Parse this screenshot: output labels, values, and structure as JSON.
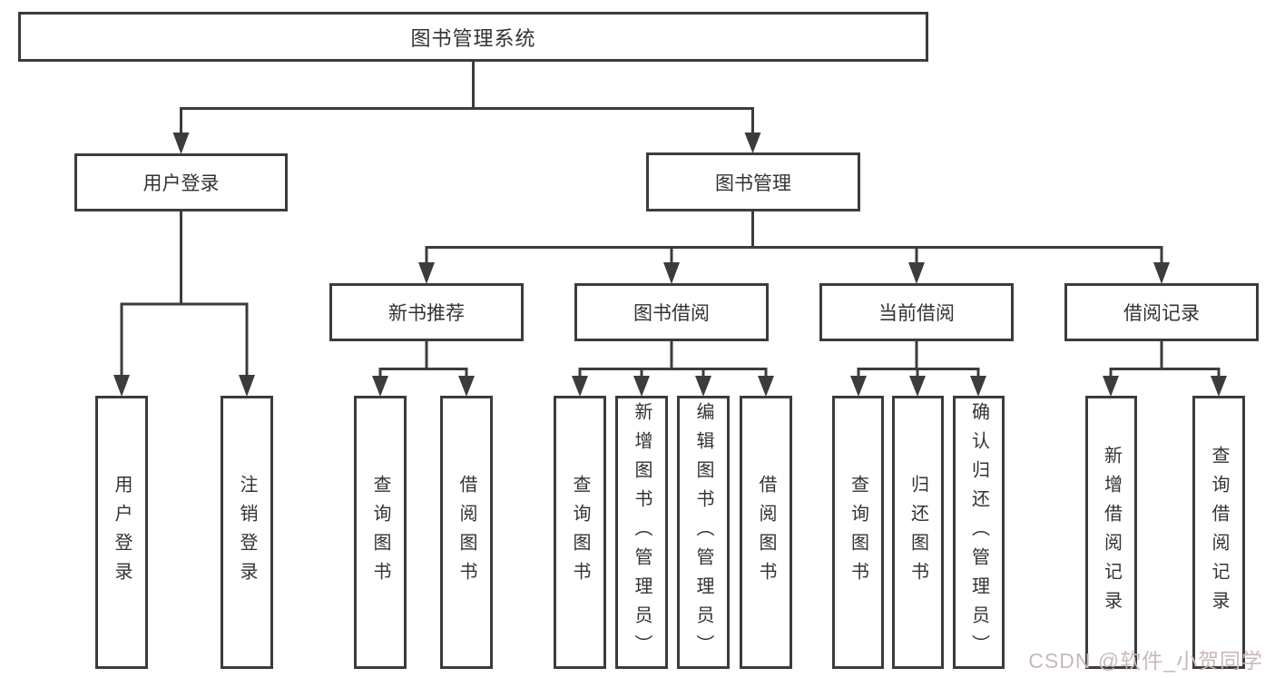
{
  "diagram": {
    "root": "图书管理系统",
    "level1": [
      "用户登录",
      "图书管理"
    ],
    "level2": [
      "新书推荐",
      "图书借阅",
      "当前借阅",
      "借阅记录"
    ],
    "leaves": {
      "user_login": [
        "用户登录",
        "注销登录"
      ],
      "new_book_rec": [
        "查询图书",
        "借阅图书"
      ],
      "book_borrow": [
        "查询图书",
        "新增图书（管理员）",
        "编辑图书（管理员）",
        "借阅图书"
      ],
      "current_borrow": [
        "查询图书",
        "归还图书",
        "确认归还（管理员）"
      ],
      "borrow_records": [
        "新增借阅记录",
        "查询借阅记录"
      ]
    }
  },
  "watermark": "CSDN @软件_小贺同学",
  "colors": {
    "line": "#3c3c3c",
    "box_border": "#3c3c3c",
    "text": "#333333",
    "watermark": "#c9b8b8",
    "background": "#ffffff"
  }
}
